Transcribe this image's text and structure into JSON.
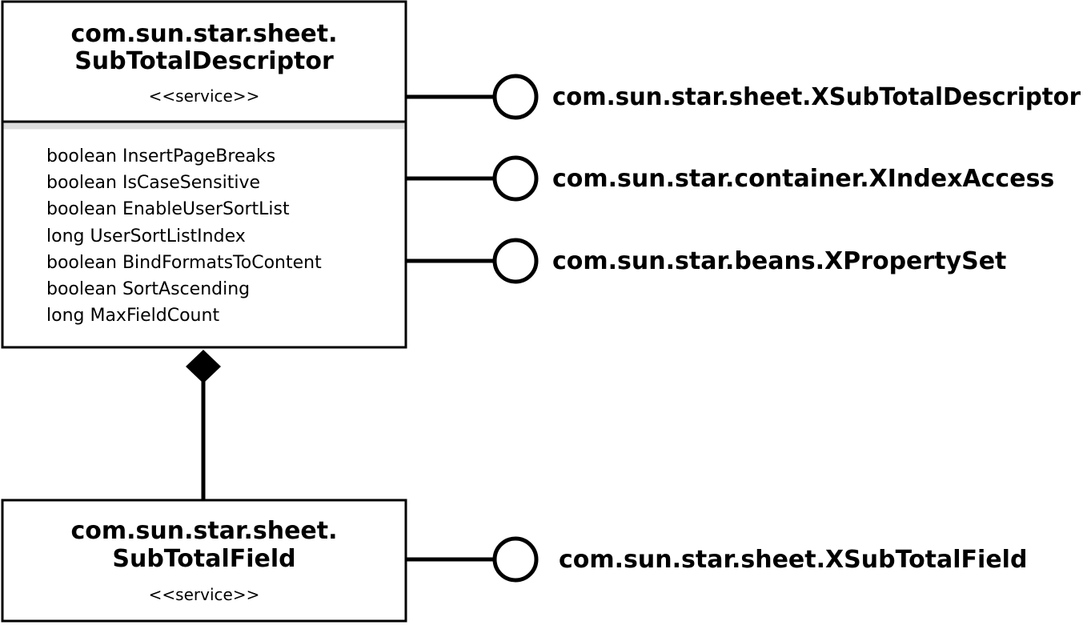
{
  "services": [
    {
      "title_line1": "com.sun.star.sheet.",
      "title_line2": "SubTotalDescriptor",
      "stereotype": "<<service>>",
      "properties": [
        "boolean InsertPageBreaks",
        "boolean IsCaseSensitive",
        "boolean EnableUserSortList",
        "long UserSortListIndex",
        "boolean BindFormatsToContent",
        "boolean SortAscending",
        "long MaxFieldCount"
      ],
      "interfaces": [
        "com.sun.star.sheet.XSubTotalDescriptor",
        "com.sun.star.container.XIndexAccess",
        "com.sun.star.beans.XPropertySet"
      ]
    },
    {
      "title_line1": "com.sun.star.sheet.",
      "title_line2": "SubTotalField",
      "stereotype": "<<service>>",
      "interfaces": [
        "com.sun.star.sheet.XSubTotalField"
      ]
    }
  ],
  "colors": {
    "line": "#000000",
    "separator": "#dcdcdc",
    "background": "#ffffff"
  }
}
